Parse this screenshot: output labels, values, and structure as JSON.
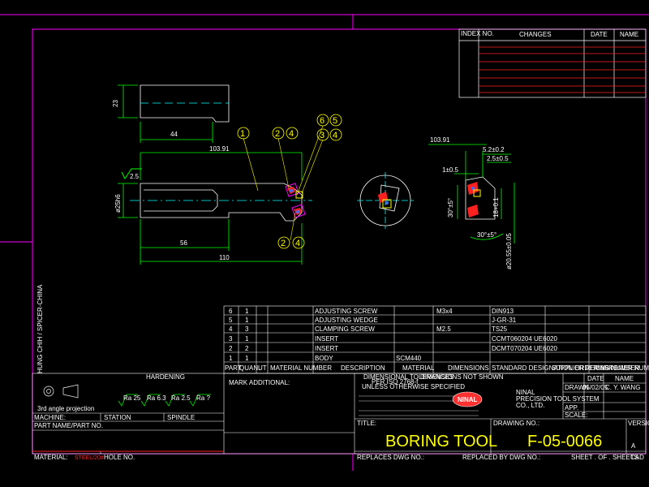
{
  "colors": {
    "background": "#000000",
    "frame": "#ff00ff",
    "white": "#ffffff",
    "yellow": "#ffff00",
    "green": "#00ff00",
    "cyan": "#00ffff",
    "red": "#ff2020",
    "blue": "#3a6bff"
  },
  "revision": {
    "index_no": "INDEX NO.",
    "changes": "CHANGES",
    "date": "DATE",
    "name": "NAME"
  },
  "views": {
    "top": {
      "dim_height": "23",
      "dim_length": "44"
    },
    "front": {
      "overall": "103.91",
      "shank_length": "56",
      "total": "110",
      "diameter": "ø25h6",
      "roughness": "2.5",
      "balloons": [
        "1",
        "2",
        "4",
        "6",
        "5",
        "3",
        "4",
        "2",
        "4"
      ]
    },
    "side": {
      "dim_overall": "103.91",
      "dim_a": "5.2±0.2",
      "dim_b": "2.5±0.5",
      "dim_c": "1±0.5",
      "angle_1": "30°±5°",
      "angle_2": "30°±5°",
      "dim_d": "18+0.1",
      "dim_e": "ø20.55±0.05"
    }
  },
  "bom": {
    "rows": [
      {
        "part": "6",
        "quan": "1",
        "unit": "",
        "material": "",
        "description": "ADJUSTING SCREW",
        "mat": "",
        "dimensions": "M3x4",
        "standard": "DIN913",
        "supplier": "",
        "customer": ""
      },
      {
        "part": "5",
        "quan": "1",
        "unit": "",
        "material": "",
        "description": "ADJUSTING WEDGE",
        "mat": "",
        "dimensions": "",
        "standard": "J-GR-31",
        "supplier": "",
        "customer": ""
      },
      {
        "part": "4",
        "quan": "3",
        "unit": "",
        "material": "",
        "description": "CLAMPING SCREW",
        "mat": "",
        "dimensions": "M2.5",
        "standard": "TS25",
        "supplier": "",
        "customer": ""
      },
      {
        "part": "3",
        "quan": "1",
        "unit": "",
        "material": "",
        "description": "INSERT",
        "mat": "",
        "dimensions": "",
        "standard": "CCMT060204 UE6020",
        "supplier": "",
        "customer": ""
      },
      {
        "part": "2",
        "quan": "2",
        "unit": "",
        "material": "",
        "description": "INSERT",
        "mat": "",
        "dimensions": "",
        "standard": "DCMT070204 UE6020",
        "supplier": "",
        "customer": ""
      },
      {
        "part": "1",
        "quan": "1",
        "unit": "",
        "material": "",
        "description": "BODY",
        "mat": "SCM440",
        "dimensions": "",
        "standard": "",
        "supplier": "",
        "customer": ""
      }
    ],
    "headers": [
      "PART",
      "QUAN.",
      "UT",
      "MATERIAL NUMBER",
      "DESCRIPTION",
      "MATERIAL",
      "DIMENSIONS",
      "STANDARD DESIGNATION ORDERING NUMBER",
      "SUPPLIER REMARKS",
      "CUSTOMER NUMBER"
    ]
  },
  "titleblock": {
    "side_text": "HUNG CHIH / SPICER-CHINA",
    "hardening": "HARDENING",
    "projection": "3rd angle projection",
    "roughness": [
      "Ra 25",
      "Ra 6.3",
      "Ra 2.5",
      "Ra ?"
    ],
    "machine": "MACHINE:",
    "station": "STATION",
    "spindle": "SPINDLE",
    "part_name": "PART NAME/PART NO.",
    "material_label": "MATERIAL:",
    "material_value": "STEEL/20#",
    "hole_no": "HOLE NO.",
    "mark_additional": "MARK ADDITIONAL:",
    "tolerance_1": "DIMENSIONAL TOLERANCES",
    "tolerance_2": "PER ISO 2768-f",
    "tolerance_3": "UNLESS OTHERWISE SPECIFIED",
    "dimensions_note": "DIMENSIONS NOT SHOWN",
    "company_1": "NINAL",
    "company_2": "PRECISION TOOL SYSTEM",
    "company_3": "CO., LTD.",
    "drawn_label": "DRAWN",
    "drawn_date": "05/02/05",
    "drawn_name": "C. Y. WANG",
    "app": "APP.",
    "scale": "SCALE:",
    "date_h": "DATE",
    "name_h": "NAME",
    "title_label": "TITLE:",
    "title": "BORING TOOL",
    "drawing_no_label": "DRAWING NO.:",
    "drawing_no": "F-05-0066",
    "version": "VERSION",
    "version_value": "A",
    "cad": "CAD",
    "replaces": "REPLACES DWG NO.:",
    "replaced_by": "REPLACED BY DWG NO.:",
    "sheet": "SHEET . OF . SHEETS",
    "logo": "NINAL"
  }
}
